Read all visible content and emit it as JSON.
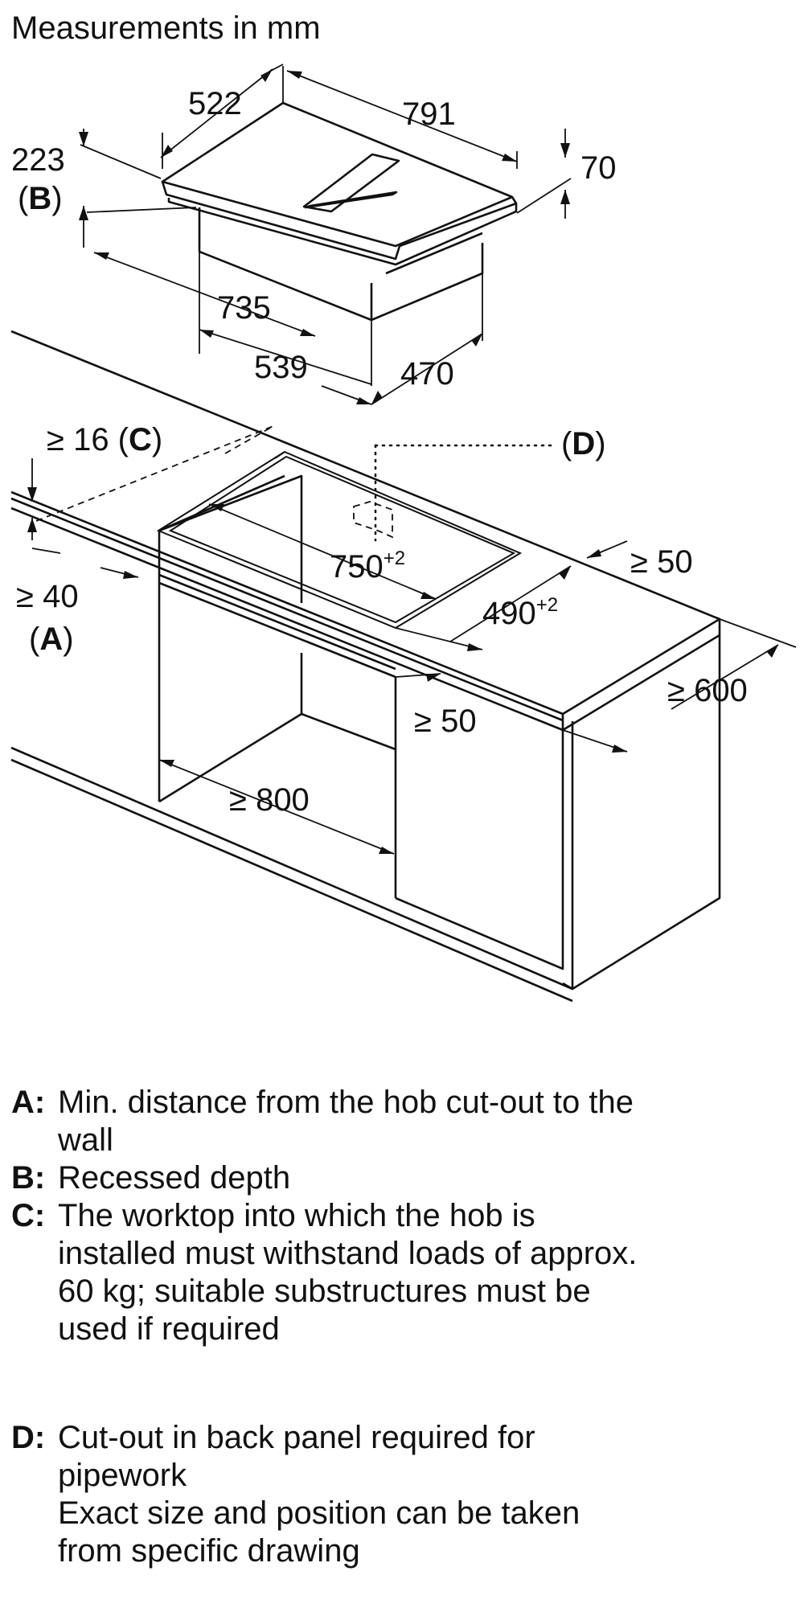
{
  "title": "Measurements in mm",
  "dimensions": {
    "hob_depth": "522",
    "hob_width": "791",
    "recessed_depth": "223",
    "hob_height": "70",
    "body_width": "735",
    "body_front": "539",
    "body_depth": "470",
    "worktop_thickness": "≥ 16",
    "wall_distance": "≥ 40",
    "cutout_width": "750",
    "cutout_width_tol": "+2",
    "cutout_depth": "490",
    "cutout_depth_tol": "+2",
    "front_edge": "≥ 50",
    "side_edge": "≥ 50",
    "worktop_depth": "≥ 600",
    "cabinet_width": "≥ 800"
  },
  "markers": {
    "A": "A",
    "B": "B",
    "C": "C",
    "D": "D"
  },
  "legend": [
    {
      "key": "A:",
      "lines": [
        "Min. distance from the hob cut-out to the",
        "wall"
      ]
    },
    {
      "key": "B:",
      "lines": [
        "Recessed depth"
      ]
    },
    {
      "key": "C:",
      "lines": [
        "The worktop into which the hob is",
        "installed must withstand loads of approx.",
        "60 kg; suitable substructures must be",
        "used if required"
      ]
    },
    {
      "key": "D:",
      "lines": [
        "Cut-out in back panel required for",
        "pipework",
        "Exact size and position can be taken",
        "from specific drawing"
      ]
    }
  ]
}
